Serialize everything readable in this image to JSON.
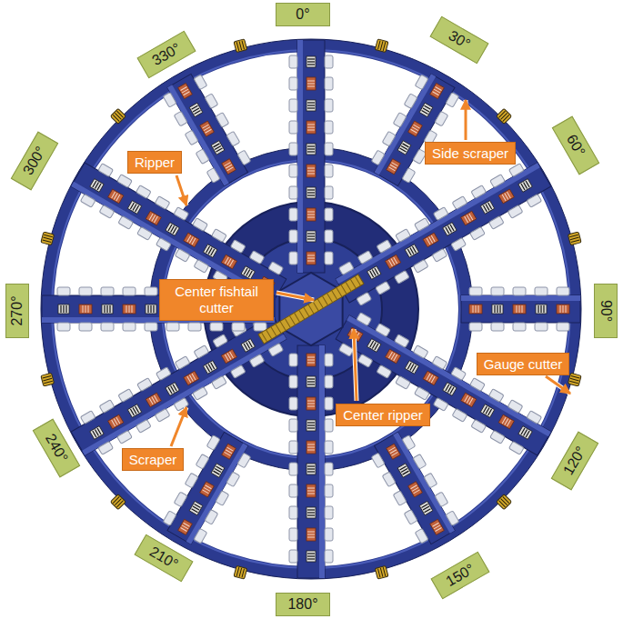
{
  "diagram": {
    "nodes": [
      {
        "text": [
          "0°"
        ]
      },
      {
        "text": [
          "330°"
        ]
      },
      {
        "text": [
          "30°"
        ]
      },
      {
        "text": [
          "Side scraper"
        ]
      },
      {
        "text": [
          "60°"
        ]
      },
      {
        "text": [
          "300°"
        ]
      },
      {
        "text": [
          "Ripper"
        ]
      },
      {
        "text": [
          "Center fishtail cutter"
        ]
      },
      {
        "text": [
          "270°"
        ]
      },
      {
        "text": [
          "90°"
        ]
      },
      {
        "text": [
          "Gauge cutter"
        ]
      },
      {
        "text": [
          "Center ripper"
        ]
      },
      {
        "text": [
          "240°"
        ]
      },
      {
        "text": [
          "120°"
        ]
      },
      {
        "text": [
          "Scraper"
        ]
      },
      {
        "text": [
          "210°"
        ]
      },
      {
        "text": [
          "150°"
        ]
      },
      {
        "text": [
          "180°"
        ]
      }
    ]
  }
}
